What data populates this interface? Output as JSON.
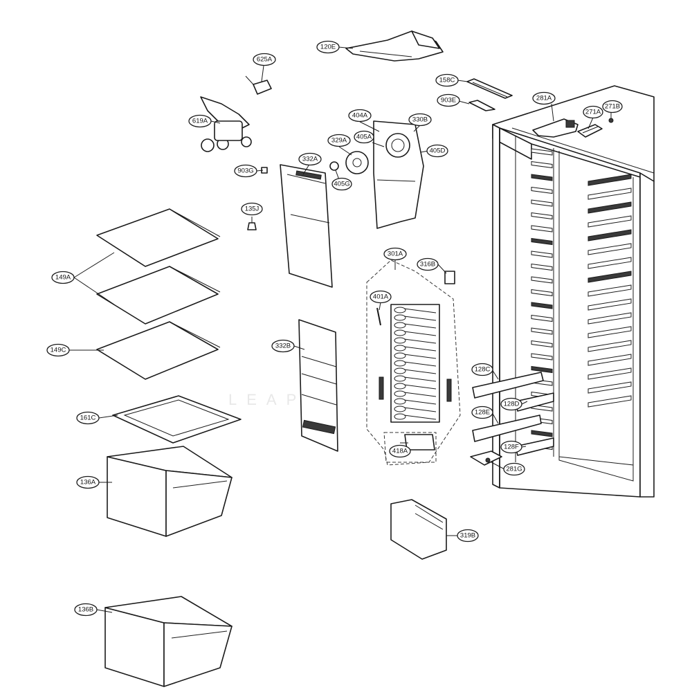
{
  "diagram": {
    "watermark": "LEAPPA",
    "callouts": {
      "c120E": "120E",
      "c625A": "625A",
      "c158C": "158C",
      "c903E": "903E",
      "c281A": "281A",
      "c271A": "271A",
      "c271B": "271B",
      "c619A": "619A",
      "c404A": "404A",
      "c330B": "330B",
      "c329A": "329A",
      "c405A": "405A",
      "c405D": "405D",
      "c903G": "903G",
      "c332A": "332A",
      "c405G": "405G",
      "c135J": "135J",
      "c149A": "149A",
      "c301A": "301A",
      "c316B": "316B",
      "c401A": "401A",
      "c149C": "149C",
      "c332B": "332B",
      "c128C": "128C",
      "c128D": "128D",
      "c128E": "128E",
      "c161C": "161C",
      "c128F": "128F",
      "c418A": "418A",
      "c281G": "281G",
      "c136A": "136A",
      "c319B": "319B",
      "c136B": "136B"
    }
  }
}
